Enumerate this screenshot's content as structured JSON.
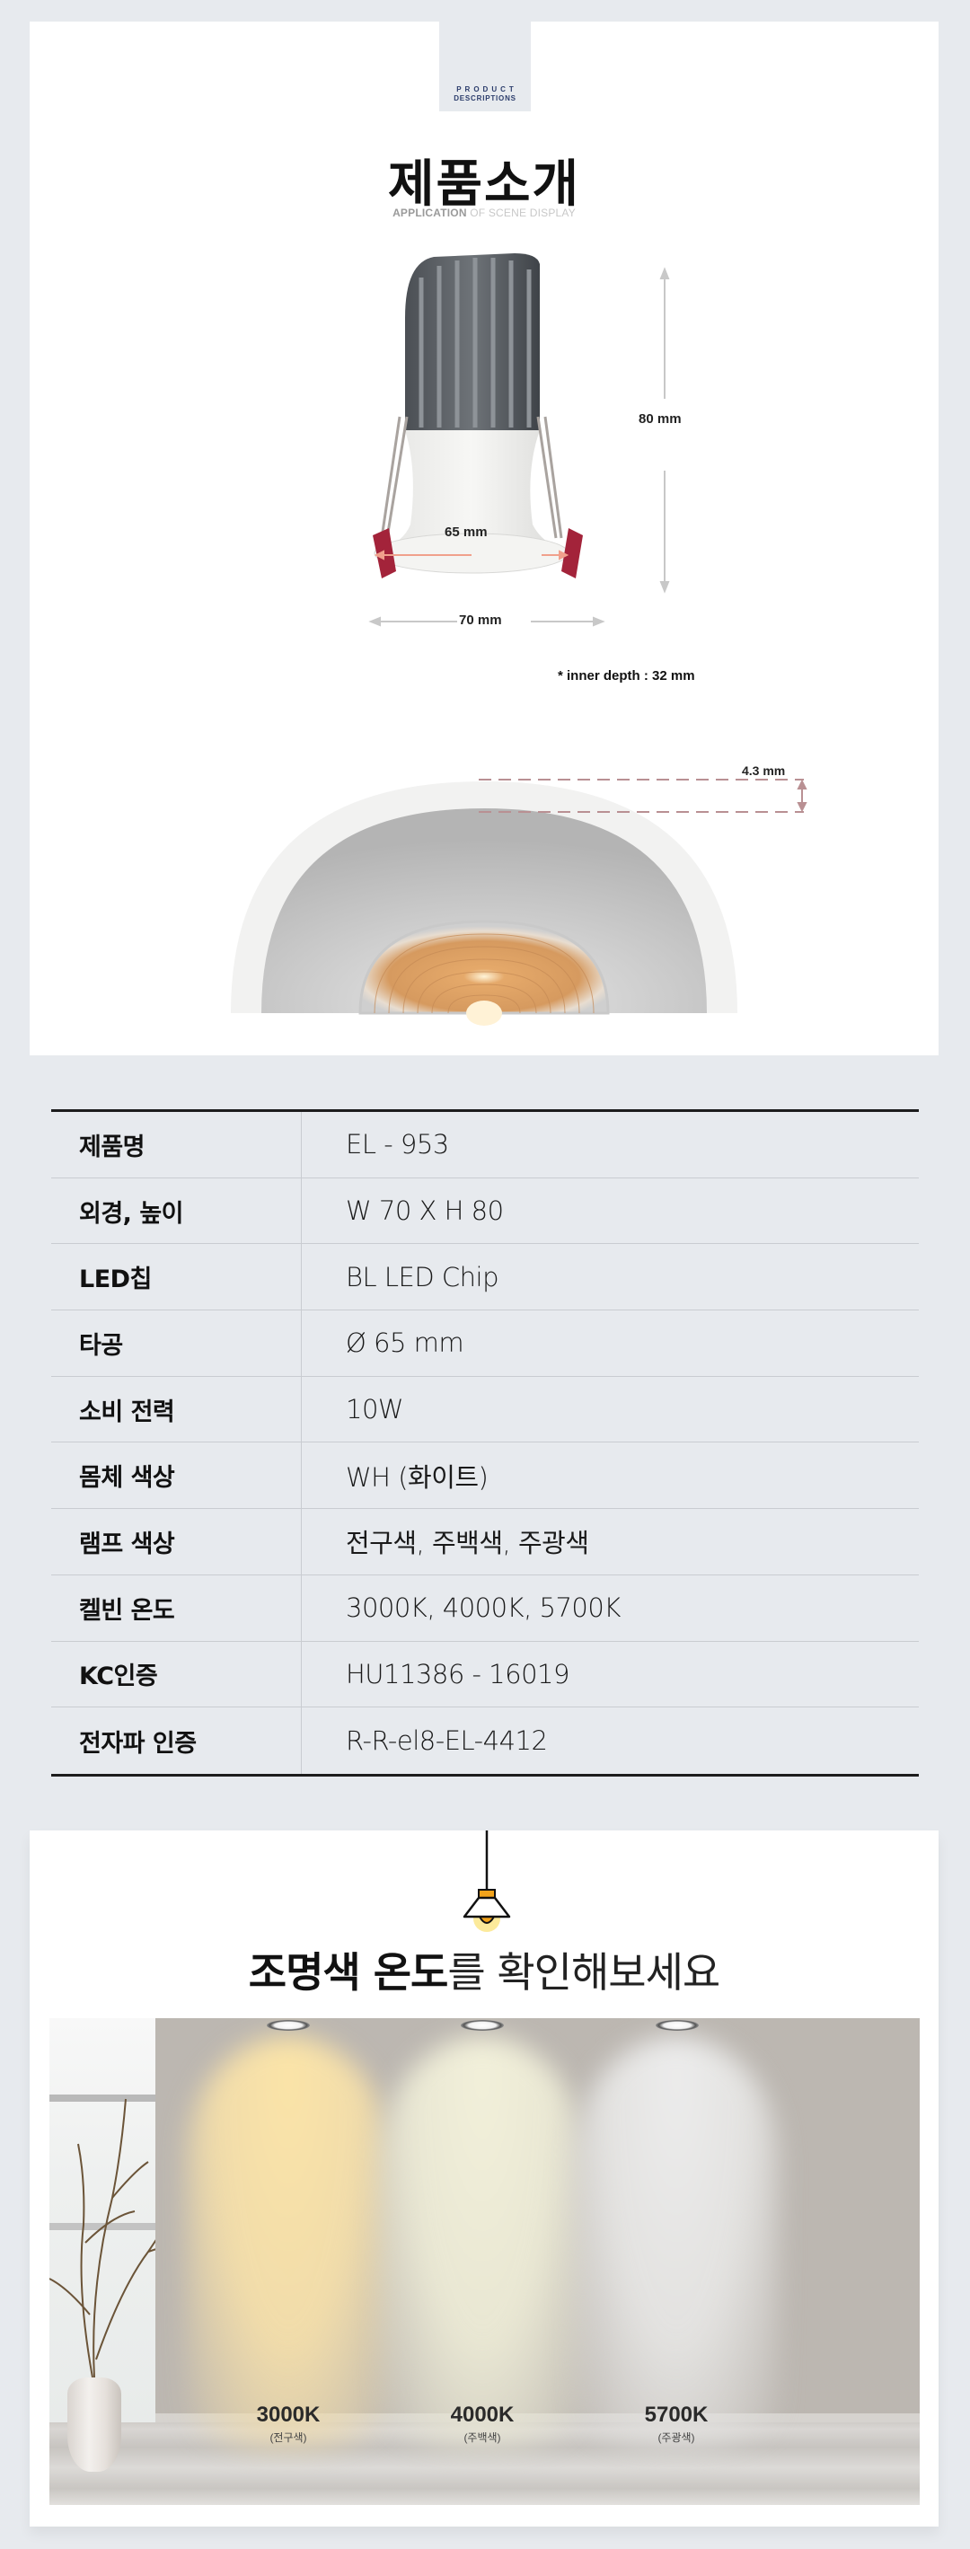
{
  "header": {
    "tag_line1": "PRODUCT",
    "tag_line2": "DESCRIPTIONS",
    "title": "제품소개",
    "subtitle_bold": "APPLICATION",
    "subtitle_rest": " OF SCENE DISPLAY"
  },
  "dimensions": {
    "height": "80 mm",
    "inner_diameter": "65 mm",
    "outer_diameter": "70 mm",
    "inner_depth_note": "* inner depth : 32 mm",
    "rim": "4.3 mm"
  },
  "spec_table": {
    "rows": [
      {
        "label": "제품명",
        "value": "EL - 953"
      },
      {
        "label": "외경, 높이",
        "value": "W 70 X H 80"
      },
      {
        "label": "LED칩",
        "value": "BL LED Chip"
      },
      {
        "label": "타공",
        "value": "Ø 65 mm"
      },
      {
        "label": "소비 전력",
        "value": "10W"
      },
      {
        "label": "몸체 색상",
        "value": "WH (화이트)"
      },
      {
        "label": "램프 색상",
        "value": "전구색, 주백색, 주광색"
      },
      {
        "label": "켈빈 온도",
        "value": "3000K, 4000K, 5700K"
      },
      {
        "label": "KC인증",
        "value": "HU11386 - 16019"
      },
      {
        "label": "전자파 인증",
        "value": "R-R-el8-EL-4412"
      }
    ]
  },
  "color_temp": {
    "headline_bold": "조명색 온도",
    "headline_rest": "를 확인해보세요",
    "items": [
      {
        "kelvin": "3000K",
        "name": "(전구색)",
        "color": "#f6e3ae"
      },
      {
        "kelvin": "4000K",
        "name": "(주백색)",
        "color": "#eeedd7"
      },
      {
        "kelvin": "5700K",
        "name": "(주광색)",
        "color": "#e9e9e7"
      }
    ]
  },
  "colors": {
    "background": "#e7eaee",
    "card": "#ffffff",
    "tag_text": "#2b3c6b",
    "dim_arrow_accent": "#f0a08c",
    "clip_red": "#a3233a",
    "lamp_accent": "#f2a31b"
  }
}
